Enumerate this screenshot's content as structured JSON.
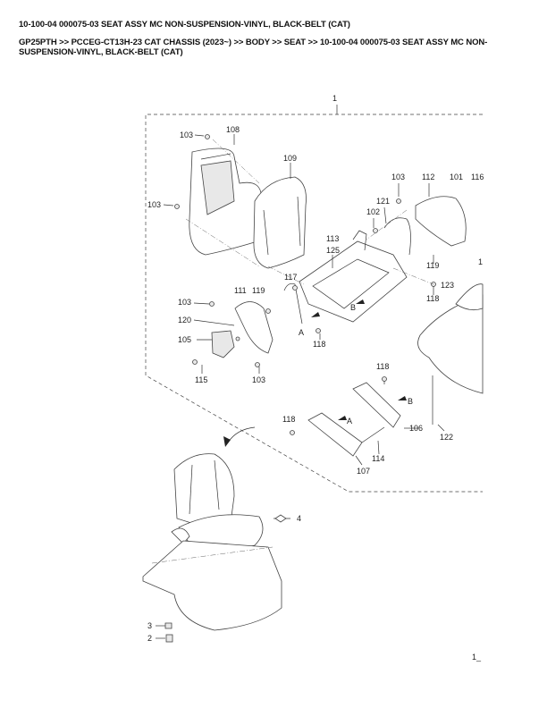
{
  "header": {
    "title": "10-100-04 000075-03 SEAT ASSY MC NON-SUSPENSION-VINYL, BLACK-BELT (CAT)",
    "breadcrumb": "GP25PTH >> PCCEG-CT13H-23 CAT CHASSIS (2023~) >> BODY >> SEAT >> 10-100-04 000075-03 SEAT ASSY MC NON-SUSPENSION-VINYL, BLACK-BELT (CAT)"
  },
  "diagram": {
    "assembly_label": "1",
    "callouts": {
      "c103a": "103",
      "c108": "108",
      "c109": "109",
      "c103b": "103",
      "c103c": "103",
      "c112": "112",
      "c101": "101",
      "c116": "116",
      "c121": "121",
      "c102": "102",
      "c113": "113",
      "c125": "125",
      "c119a": "119",
      "c117": "117",
      "c118a": "118",
      "c123": "123",
      "c111": "111",
      "c119b": "119",
      "c103d": "103",
      "c120": "120",
      "c105": "105",
      "c115": "115",
      "c103e": "103",
      "c118b": "118",
      "c118c": "118",
      "c118d": "118",
      "c106": "106",
      "c114": "114",
      "c107": "107",
      "c122": "122",
      "c4": "4",
      "c3": "3",
      "c2": "2",
      "c1x": "1"
    },
    "markers": {
      "a1": "A",
      "b1": "B",
      "a2": "A",
      "b2": "B"
    },
    "page_number": "1_"
  }
}
